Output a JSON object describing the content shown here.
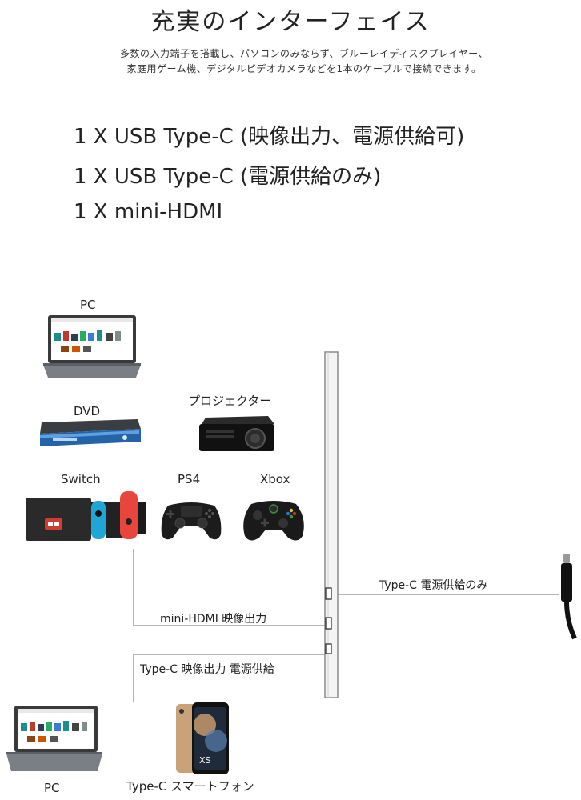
{
  "title": "充実のインターフェイス",
  "description": {
    "line1": "多数の入力端子を搭載し、パソコンのみならず、ブルーレイディスクプレイヤー、",
    "line2": "家庭用ゲーム機、デジタルビデオカメラなどを1本のケーブルで接続できます。"
  },
  "specs": [
    "1 X USB Type-C (映像出力、電源供給可)",
    "1 X USB Type-C (電源供給のみ)",
    "1 X mini-HDMI"
  ],
  "devices": {
    "pc_top": "PC",
    "dvd": "DVD",
    "projector": "プロジェクター",
    "switch": "Switch",
    "ps4": "PS4",
    "xbox": "Xbox",
    "pc_bottom": "PC",
    "smartphone": "Type-C  スマートフォン"
  },
  "connections": {
    "power_only": "Type-C 電源供給のみ",
    "hdmi": "mini-HDMI 映像出力",
    "typec_video": "Type-C 映像出力 電源供給"
  }
}
